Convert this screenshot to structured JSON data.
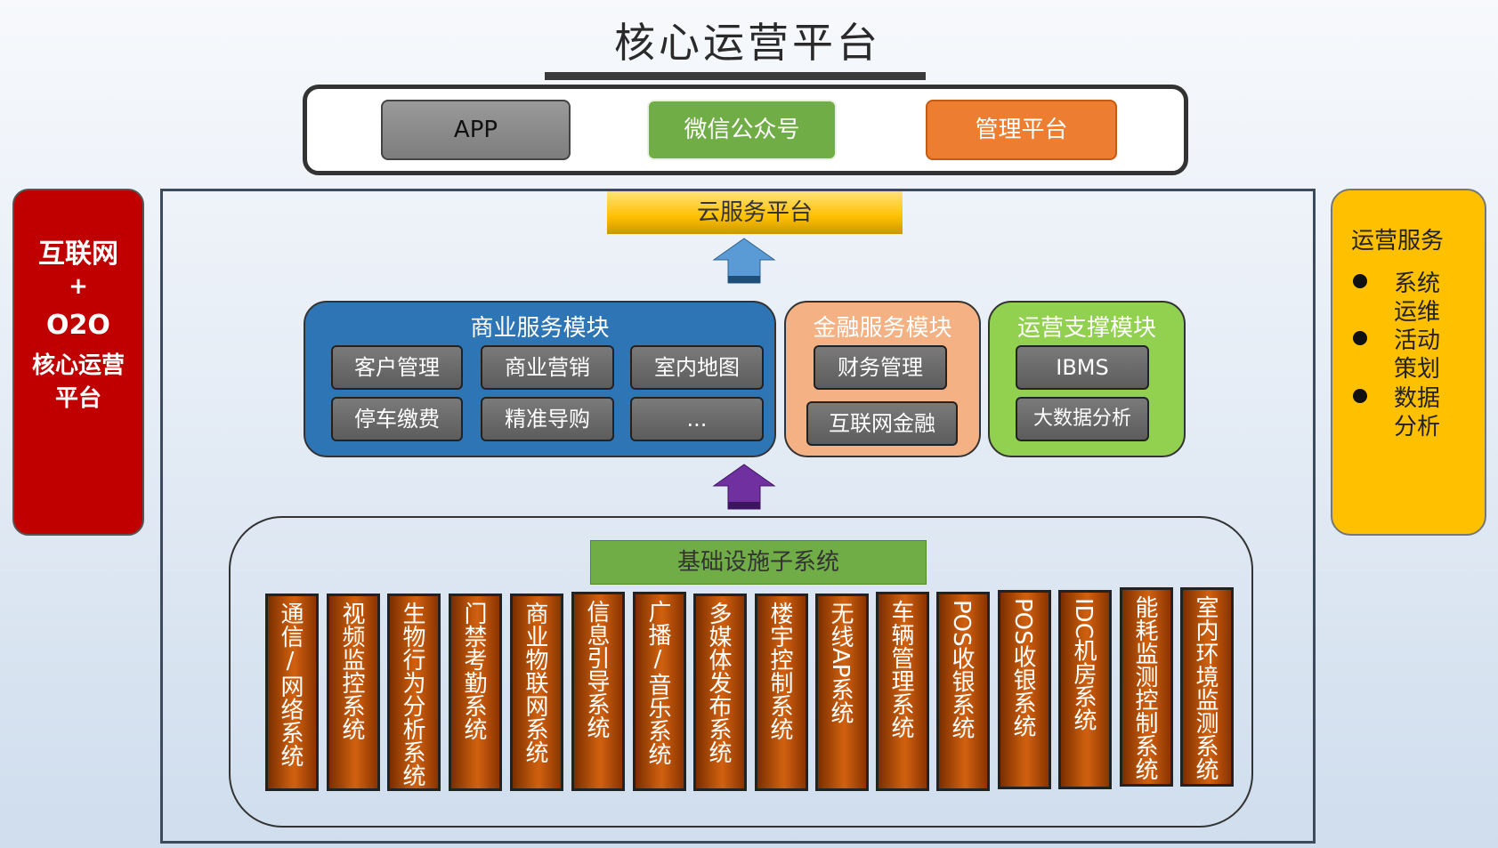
{
  "title": "核心运营平台",
  "channels": [
    "APP",
    "微信公众号",
    "管理平台"
  ],
  "left_panel": {
    "lines": [
      "互联网",
      "+",
      "O2O",
      "核心运营",
      "平台"
    ]
  },
  "right_panel": {
    "title": "运营服务",
    "items": [
      {
        "line1": "系统",
        "line2": "运维"
      },
      {
        "line1": "活动",
        "line2": "策划"
      },
      {
        "line1": "数据",
        "line2": "分析"
      }
    ]
  },
  "cloud_platform": "云服务平台",
  "modules": {
    "business": {
      "title": "商业服务模块",
      "items": [
        "客户管理",
        "商业营销",
        "室内地图",
        "停车缴费",
        "精准导购",
        "..."
      ]
    },
    "finance": {
      "title": "金融服务模块",
      "items": [
        "财务管理",
        "互联网金融"
      ]
    },
    "operations": {
      "title": "运营支撑模块",
      "items": [
        "IBMS",
        "大数据分析"
      ]
    }
  },
  "infrastructure": {
    "title": "基础设施子系统",
    "systems": [
      "通信/网络系统",
      "视频监控系统",
      "生物行为分析系统",
      "门禁考勤系统",
      "商业物联网系统",
      "信息引导系统",
      "广播/音乐系统",
      "多媒体发布系统",
      "楼宇控制系统",
      "无线AP系统",
      "车辆管理系统",
      "POS收银系统",
      "POS收银系统",
      "IDC机房系统",
      "能耗监测控制系统",
      "室内环境监测系统"
    ]
  },
  "colors": {
    "left_panel": "#c00000",
    "right_panel": "#ffc000",
    "business": "#2e75b6",
    "finance": "#f4b183",
    "operations": "#92d050",
    "infra_title": "#70ad47",
    "system_bar": "#c45a0c",
    "arrow_up_blue": "#5b9bd5",
    "arrow_up_purple": "#7030a0"
  }
}
